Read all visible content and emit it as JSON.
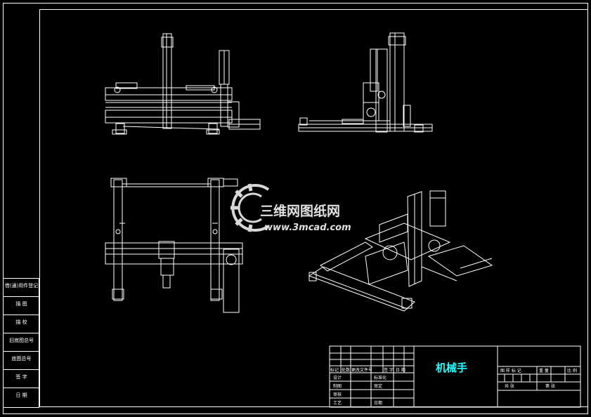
{
  "drawing": {
    "title": "机械手"
  },
  "watermark": {
    "brand_cn": "三维网图纸网",
    "url": "www.3mcad.com"
  },
  "left_strip": [
    "借(通)用件登记",
    "描 图",
    "描 校",
    "旧底图总号",
    "底图总号",
    "签 字",
    "日 期"
  ],
  "title_block": {
    "header_row": [
      "标记",
      "处数",
      "更改文件号",
      "签 字",
      "日 期"
    ],
    "roles": [
      "设计",
      "制图",
      "审核",
      "工艺"
    ],
    "mid_labels": [
      "标准化",
      "审定",
      "日期"
    ],
    "right_labels": [
      "图 样 标 记",
      "重 量",
      "比 例"
    ],
    "right_bottom": [
      "共 张",
      "第 张"
    ]
  },
  "colors": {
    "background": "#000000",
    "line": "#ffffff",
    "title": "#22ffff"
  }
}
